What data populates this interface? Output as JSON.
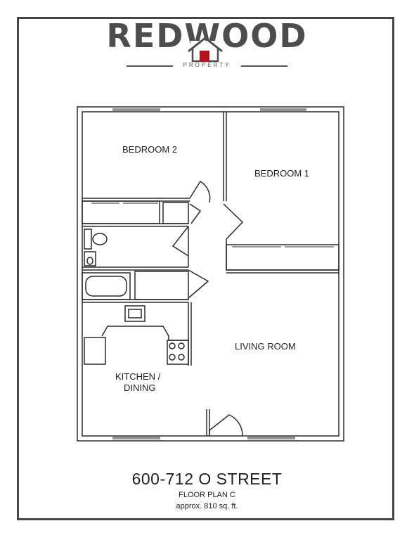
{
  "brand": {
    "name": "REDWOOD",
    "tagline": "PROPERTY",
    "text_color": "#4d4d4f",
    "door_color": "#b5121b",
    "frame_color": "#4a4441"
  },
  "rooms": {
    "bedroom_2": "BEDROOM 2",
    "bedroom_1": "BEDROOM 1",
    "living_room": "LIVING ROOM",
    "kitchen_line1": "KITCHEN /",
    "kitchen_line2": "DINING"
  },
  "listing": {
    "address": "600-712 O STREET",
    "plan": "FLOOR PLAN C",
    "area": "approx. 810 sq. ft."
  }
}
